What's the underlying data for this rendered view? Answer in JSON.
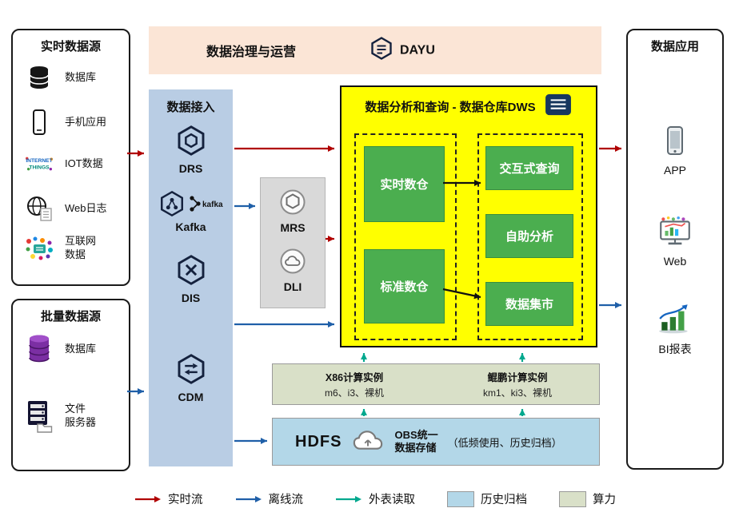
{
  "colors": {
    "realtime_flow": "#b00000",
    "offline_flow": "#1f5fa8",
    "external_read": "#00a88e",
    "history_archive_bg": "#b3d7e8",
    "compute_bg": "#d9e0c8",
    "governance_bg": "#fbe5d6",
    "ingest_bg": "#b9cde4",
    "middleware_bg": "#d9d9d9",
    "dws_bg": "#ffff00",
    "module_green": "#4bae4f"
  },
  "governance": {
    "title": "数据治理与运营",
    "product": "DAYU"
  },
  "sources_realtime": {
    "title": "实时数据源",
    "items": [
      {
        "label": "数据库",
        "icon": "database-icon"
      },
      {
        "label": "手机应用",
        "icon": "mobile-phone-icon"
      },
      {
        "label": "IOT数据",
        "icon": "iot-icon"
      },
      {
        "label": "Web日志",
        "icon": "web-log-icon"
      },
      {
        "label": "互联网\n数据",
        "icon": "internet-data-icon"
      }
    ]
  },
  "sources_batch": {
    "title": "批量数据源",
    "items": [
      {
        "label": "数据库",
        "icon": "batch-database-icon"
      },
      {
        "label": "文件\n服务器",
        "icon": "file-server-icon"
      }
    ]
  },
  "ingest": {
    "title": "数据接入",
    "items": [
      {
        "label": "DRS",
        "icon": "drs-icon"
      },
      {
        "label": "Kafka",
        "icon": "kafka-icon",
        "logo": "kafka"
      },
      {
        "label": "DIS",
        "icon": "dis-icon"
      },
      {
        "label": "CDM",
        "icon": "cdm-icon"
      }
    ]
  },
  "middleware": {
    "items": [
      {
        "label": "MRS",
        "icon": "mrs-icon"
      },
      {
        "label": "DLI",
        "icon": "dli-icon"
      }
    ]
  },
  "dws": {
    "title": "数据分析和查询 - 数据仓库DWS",
    "warehouses": [
      "实时数仓",
      "标准数仓"
    ],
    "services": [
      "交互式查询",
      "自助分析",
      "数据集市"
    ]
  },
  "compute": {
    "x86_title": "X86计算实例",
    "x86_spec": "m6、i3、裸机",
    "kunpeng_title": "鲲鹏计算实例",
    "kunpeng_spec": "km1、ki3、裸机"
  },
  "storage": {
    "hdfs": "HDFS",
    "obs": "OBS统一\n数据存储",
    "note": "（低频使用、历史归档）"
  },
  "apps": {
    "title": "数据应用",
    "items": [
      {
        "label": "APP",
        "icon": "app-phone-icon"
      },
      {
        "label": "Web",
        "icon": "web-monitor-icon"
      },
      {
        "label": "BI报表",
        "icon": "bi-report-icon"
      }
    ]
  },
  "legend": {
    "realtime": "实时流",
    "offline": "离线流",
    "external": "外表读取",
    "archive": "历史归档",
    "compute": "算力"
  },
  "icons": {
    "iot_word1": "INTERNET",
    "iot_word2": "THINGS"
  }
}
